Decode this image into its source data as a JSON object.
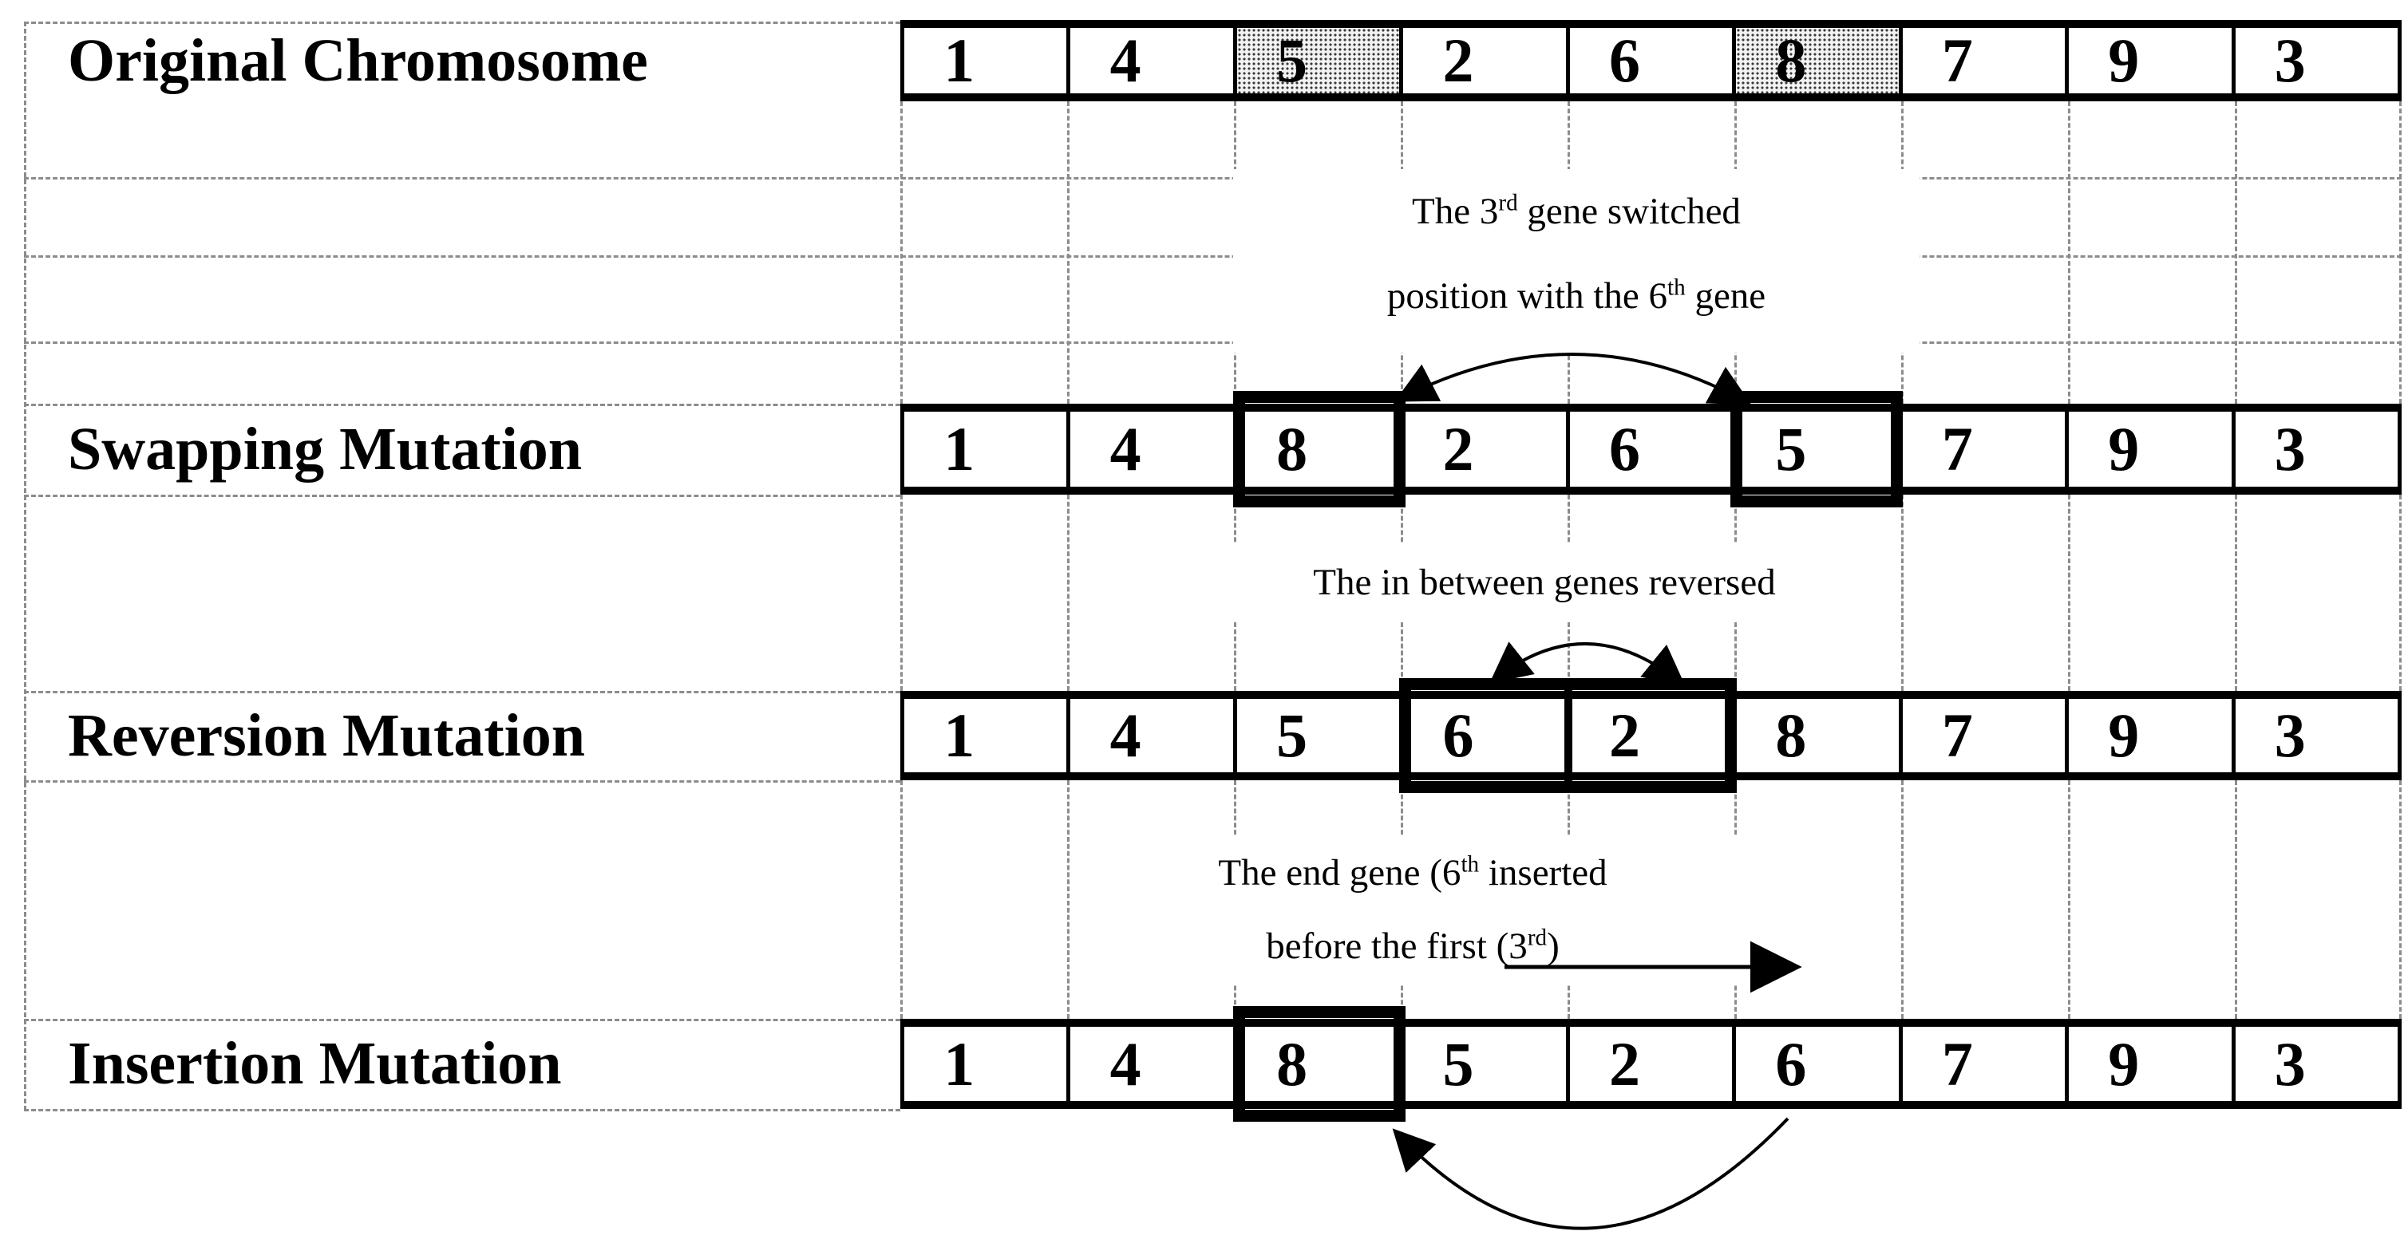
{
  "rows": [
    {
      "label": "Original Chromosome",
      "genes": [
        "1",
        "4",
        "5",
        "2",
        "6",
        "8",
        "7",
        "9",
        "3"
      ],
      "highlight_style": "shaded",
      "highlight_positions": "3rd and 6th genes shaded"
    },
    {
      "label": "Swapping Mutation",
      "genes": [
        "1",
        "4",
        "8",
        "2",
        "6",
        "5",
        "7",
        "9",
        "3"
      ],
      "highlight_style": "thick-box",
      "highlight_positions": "3rd and 6th genes boxed"
    },
    {
      "label": "Reversion Mutation",
      "genes": [
        "1",
        "4",
        "5",
        "6",
        "2",
        "8",
        "7",
        "9",
        "3"
      ],
      "highlight_style": "thick-box",
      "highlight_positions": "4th and 5th genes boxed"
    },
    {
      "label": "Insertion Mutation",
      "genes": [
        "1",
        "4",
        "8",
        "5",
        "2",
        "6",
        "7",
        "9",
        "3"
      ],
      "highlight_style": "thick-box",
      "highlight_positions": "3rd gene boxed"
    }
  ],
  "annotations": {
    "swap": {
      "l1a": "The 3",
      "l1sup": "rd",
      "l1b": " gene switched",
      "l2a": "position with the 6",
      "l2sup": "th",
      "l2b": " gene"
    },
    "reversion": {
      "text": "The in between genes reversed"
    },
    "insertion": {
      "l1a": "The end gene (6",
      "l1sup": "th",
      "l1b": " inserted",
      "l2a": "before the first (3",
      "l2sup": "rd",
      "l2b": ")"
    }
  },
  "colors": {
    "line": "#000000",
    "dashed_grid": "#8c8c8c",
    "shaded_cell_dots": "#3a3a3a"
  }
}
